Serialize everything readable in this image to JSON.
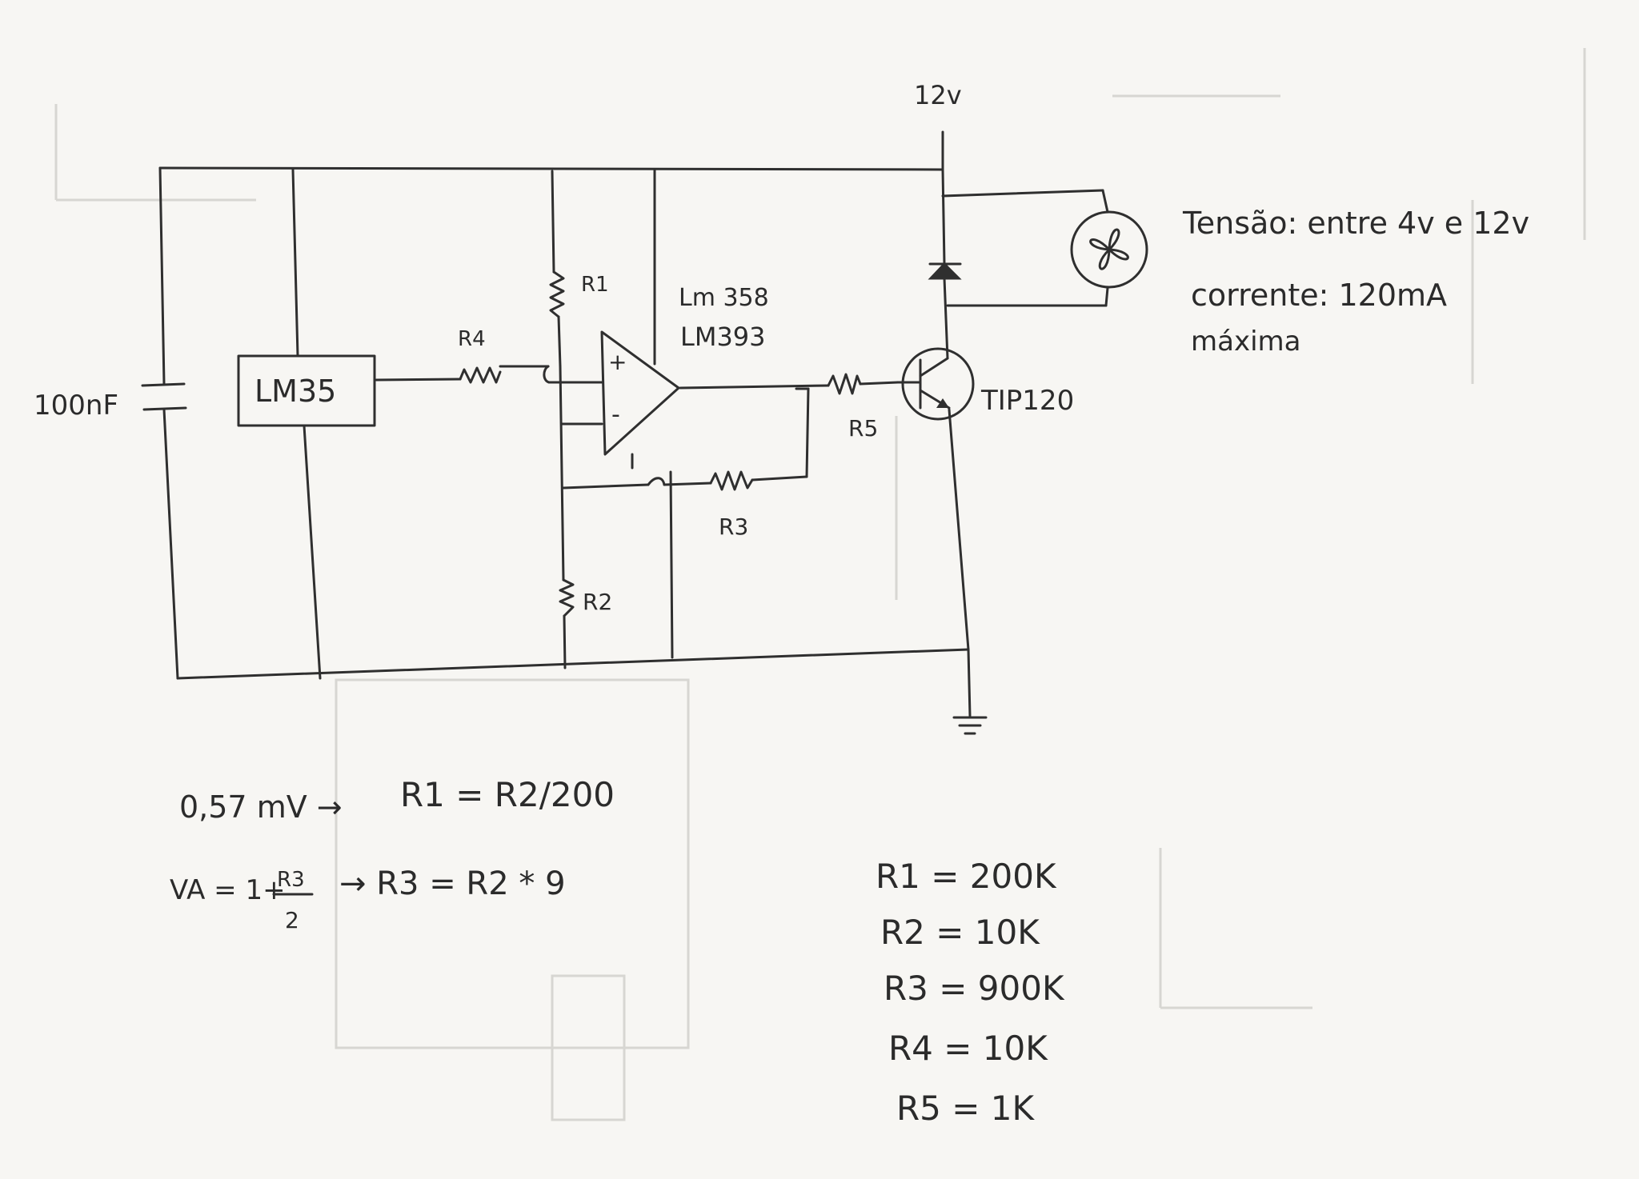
{
  "supply_label": "12v",
  "capacitor_label": "100nF",
  "sensor_label": "LM35",
  "opamp": {
    "line1": "Lm 358",
    "line2": "LM393",
    "plus": "+",
    "minus": "-"
  },
  "resistors": {
    "r1": "R1",
    "r2": "R2",
    "r3": "R3",
    "r4": "R4",
    "r5": "R5"
  },
  "transistor_label": "TIP120",
  "fan_specs": {
    "voltage": "Tensão: entre 4v e 12v",
    "current_line1": "corrente: 120mA",
    "current_line2": "máxima"
  },
  "equations": {
    "eq1_lhs": "0,57 mV →",
    "eq1_rhs": "R1 = R2/200",
    "eq2_lhs": "VA = 1+",
    "eq2_num": "R3",
    "eq2_den": "2",
    "eq2_rhs": "→   R3 = R2 * 9"
  },
  "resistor_values": [
    "R1 = 200K",
    "R2 = 10K",
    "R3 = 900K",
    "R4 = 10K",
    "R5 = 1K"
  ]
}
